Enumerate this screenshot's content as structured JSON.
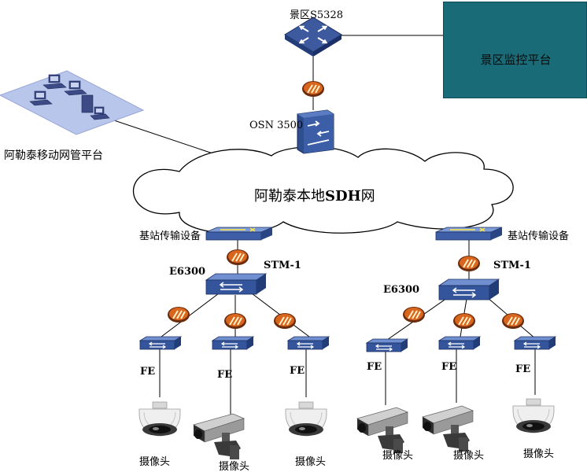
{
  "monitoring_platform": {
    "label": "景区监控平台",
    "color": "#1a6b78"
  },
  "core_router": {
    "label": "景区S5328",
    "icon": "router-icon"
  },
  "osn": {
    "label": "OSN 3500",
    "icon": "sdh-switch-icon"
  },
  "nms": {
    "label": "阿勒泰移动网管平台",
    "icon": "network-management-workstation-icon"
  },
  "sdh_network": {
    "label_prefix": "阿勒泰本地",
    "label_bold": "SDH",
    "label_suffix": "网",
    "shape": "cloud"
  },
  "link_icon": "optical-link-icon",
  "sites": [
    {
      "id": "left",
      "bts_label": "基站传输设备",
      "trunk_label": "STM-1",
      "e6300_label": "E6300",
      "branches": [
        {
          "fe_label": "FE",
          "camera_type": "dome-camera-icon",
          "camera_label": "摄像头"
        },
        {
          "fe_label": "FE",
          "camera_type": "box-camera-icon",
          "camera_label": "摄像头"
        },
        {
          "fe_label": "FE",
          "camera_type": "dome-camera-icon",
          "camera_label": "摄像头"
        }
      ]
    },
    {
      "id": "right",
      "bts_label": "基站传输设备",
      "trunk_label": "STM-1",
      "e6300_label": "E6300",
      "branches": [
        {
          "fe_label": "FE",
          "camera_type": "box-camera-icon",
          "camera_label": "摄像头"
        },
        {
          "fe_label": "FE",
          "camera_type": "box-camera-icon",
          "camera_label": "摄像头"
        },
        {
          "fe_label": "FE",
          "camera_type": "dome-camera-icon",
          "camera_label": "摄像头"
        }
      ]
    }
  ]
}
